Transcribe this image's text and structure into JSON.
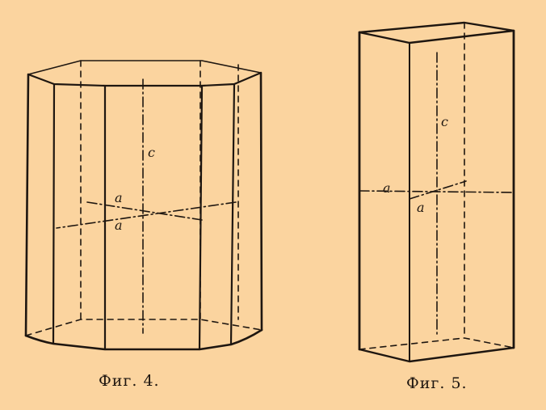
{
  "figures": [
    {
      "caption": "Фиг. 4.",
      "axis_labels": {
        "c": "c",
        "a_upper": "a",
        "a_lower": "a"
      }
    },
    {
      "caption": "Фиг. 5.",
      "axis_labels": {
        "c": "c",
        "a_left": "a",
        "a_lower": "a"
      }
    }
  ],
  "colors": {
    "background": "#fbd49f",
    "ink": "#1e1610"
  }
}
